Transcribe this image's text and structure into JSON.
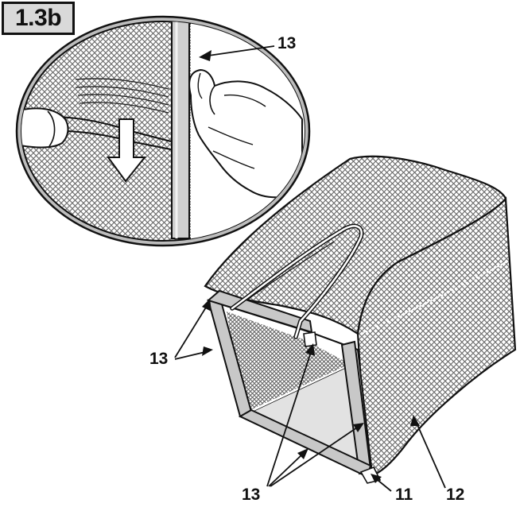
{
  "figure": {
    "step_label": "1.3b"
  },
  "callouts": {
    "inset_rail": "13",
    "left_rail": "13",
    "bottom_rails": "13",
    "bottom_flap": "11",
    "bag_side": "12"
  },
  "colors": {
    "line": "#111111",
    "mesh": "#7a7a7a",
    "rail": "#c8c8c8",
    "inner_panel": "#e2e2e2",
    "inset_ring": "#bdbdbd",
    "badge_fill": "#d9d9d9"
  }
}
